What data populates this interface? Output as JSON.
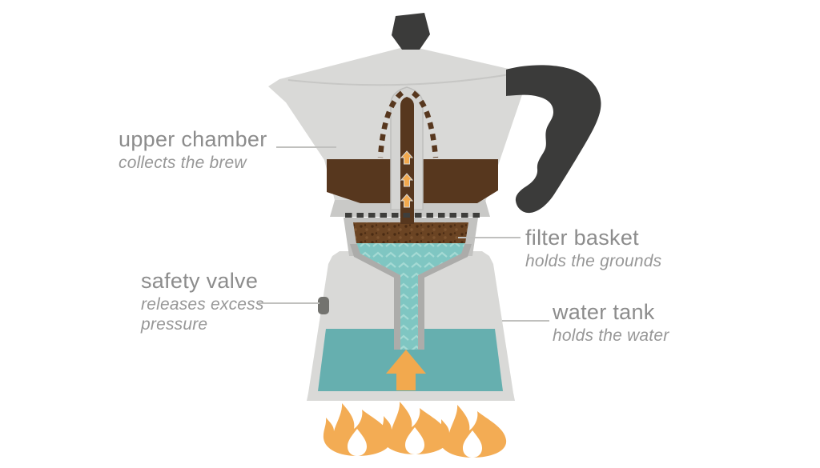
{
  "diagram": {
    "subject": "moka pot cutaway diagram",
    "labels": {
      "upper_chamber": {
        "title": "upper chamber",
        "subtitle": "collects the brew"
      },
      "filter_basket": {
        "title": "filter basket",
        "subtitle": "holds the grounds"
      },
      "safety_valve": {
        "title": "safety valve",
        "subtitle": "releases excess pressure"
      },
      "water_tank": {
        "title": "water tank",
        "subtitle": "holds the water"
      }
    },
    "icons": [
      "flame-icon",
      "up-arrow-icon"
    ]
  },
  "colors": {
    "pot_body": "#D9D9D7",
    "pot_shadow": "#ACACAA",
    "hardware_dark": "#3B3B3A",
    "brew": "#57371E",
    "grounds": "#6B4423",
    "water": "#66AFAF",
    "water_light": "#7FC6C2",
    "flame": "#F3AC54",
    "arrow": "#F2A94E",
    "label_title": "#8C8C8C",
    "label_subtitle": "#979797",
    "leader_line": "#C0C0BE"
  }
}
